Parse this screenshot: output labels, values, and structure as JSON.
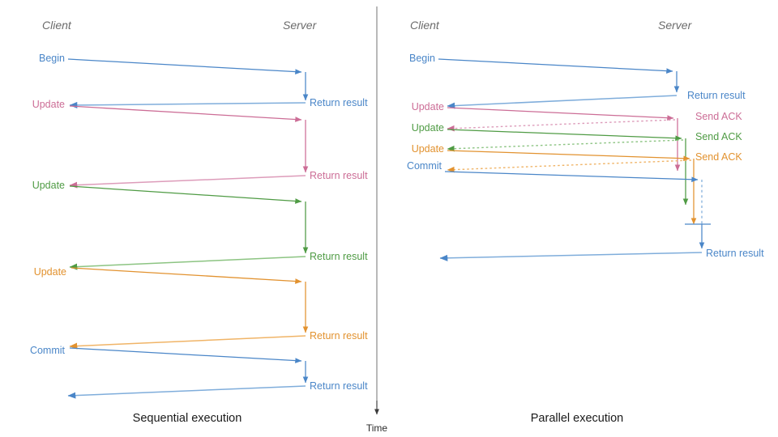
{
  "figure": {
    "title_left": "Sequential execution",
    "title_right": "Parallel execution",
    "time_axis_label": "Time"
  },
  "colors": {
    "blue": "#4a86c8",
    "blue_light": "#7faddb",
    "pink": "#cc6d96",
    "pink_light": "#dd9cba",
    "green": "#4f9b44",
    "green_light": "#8cc482",
    "orange": "#e2922f",
    "orange_light": "#f0b467",
    "header_gray": "#6b6b6b",
    "axis_dark": "#3b3b3b",
    "divider": "#808080",
    "caption_dark": "#1a1a1a"
  },
  "panels": [
    {
      "id": "sequential",
      "caption": "Sequential execution",
      "lanes": {
        "client": "Client",
        "server": "Server"
      },
      "client_labels": [
        {
          "text": "Begin",
          "color": "blue"
        },
        {
          "text": "Update",
          "color": "pink"
        },
        {
          "text": "Update",
          "color": "green"
        },
        {
          "text": "Update",
          "color": "orange"
        },
        {
          "text": "Commit",
          "color": "blue"
        }
      ],
      "server_labels": [
        {
          "text": "Return result",
          "color": "blue"
        },
        {
          "text": "Return result",
          "color": "pink"
        },
        {
          "text": "Return result",
          "color": "green"
        },
        {
          "text": "Return result",
          "color": "orange"
        },
        {
          "text": "Return result",
          "color": "blue"
        }
      ]
    },
    {
      "id": "parallel",
      "caption": "Parallel execution",
      "lanes": {
        "client": "Client",
        "server": "Server"
      },
      "client_labels": [
        {
          "text": "Begin",
          "color": "blue"
        },
        {
          "text": "Update",
          "color": "pink"
        },
        {
          "text": "Update",
          "color": "green"
        },
        {
          "text": "Update",
          "color": "orange"
        },
        {
          "text": "Commit",
          "color": "blue"
        }
      ],
      "server_labels": [
        {
          "text": "Return result",
          "color": "blue"
        },
        {
          "text": "Send ACK",
          "color": "pink"
        },
        {
          "text": "Send ACK",
          "color": "green"
        },
        {
          "text": "Send ACK",
          "color": "orange"
        },
        {
          "text": "Return result",
          "color": "blue"
        }
      ]
    }
  ],
  "text": {
    "client": "Client",
    "server": "Server",
    "begin": "Begin",
    "update": "Update",
    "commit": "Commit",
    "return_result": "Return result",
    "send_ack": "Send ACK",
    "time": "Time",
    "sequential_execution": "Sequential execution",
    "parallel_execution": "Parallel execution"
  }
}
